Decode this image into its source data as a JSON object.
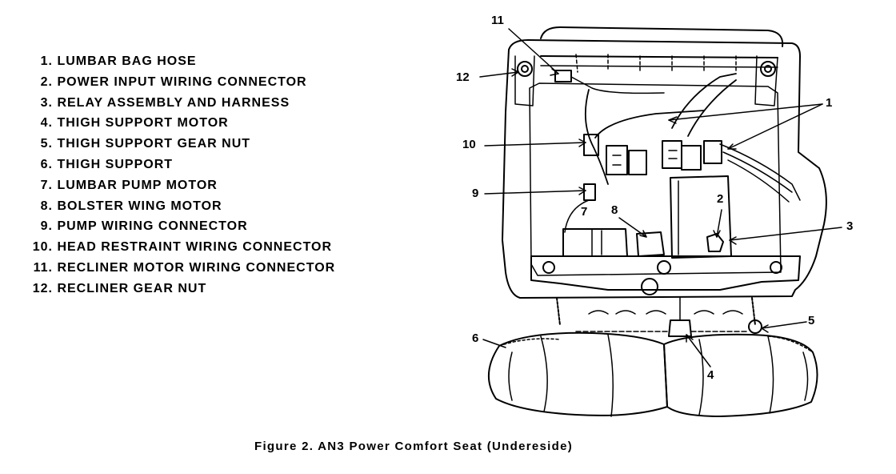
{
  "legend": [
    {
      "num": "1.",
      "label": "LUMBAR BAG HOSE"
    },
    {
      "num": "2.",
      "label": "POWER INPUT WIRING CONNECTOR"
    },
    {
      "num": "3.",
      "label": "RELAY ASSEMBLY AND HARNESS"
    },
    {
      "num": "4.",
      "label": "THIGH SUPPORT MOTOR"
    },
    {
      "num": "5.",
      "label": "THIGH SUPPORT GEAR NUT"
    },
    {
      "num": "6.",
      "label": "THIGH SUPPORT"
    },
    {
      "num": "7.",
      "label": "LUMBAR PUMP MOTOR"
    },
    {
      "num": "8.",
      "label": "BOLSTER WING MOTOR"
    },
    {
      "num": "9.",
      "label": "PUMP WIRING CONNECTOR"
    },
    {
      "num": "10.",
      "label": "HEAD RESTRAINT WIRING CONNECTOR"
    },
    {
      "num": "11.",
      "label": "RECLINER MOTOR WIRING CONNECTOR"
    },
    {
      "num": "12.",
      "label": "RECLINER GEAR NUT"
    }
  ],
  "callouts": {
    "c1": "1",
    "c2": "2",
    "c3": "3",
    "c4": "4",
    "c5": "5",
    "c6": "6",
    "c7": "7",
    "c8": "8",
    "c9": "9",
    "c10": "10",
    "c11": "11",
    "c12": "12"
  },
  "caption": "Figure 2.  AN3 Power Comfort Seat (Undereside)"
}
